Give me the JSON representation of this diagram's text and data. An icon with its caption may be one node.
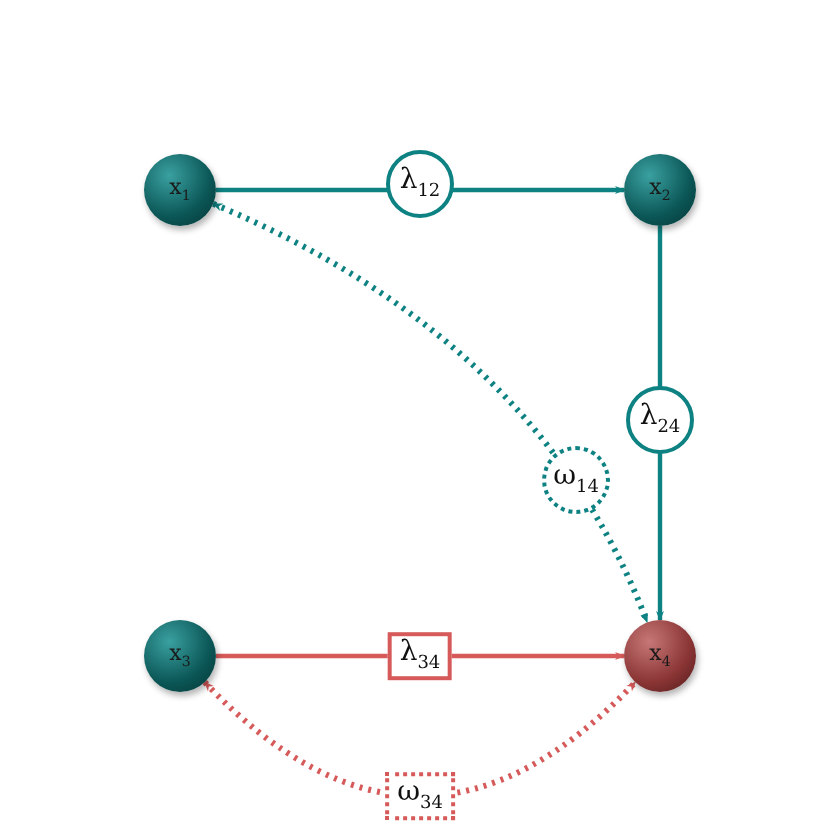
{
  "diagram": {
    "nodes": [
      {
        "text": [
          "x$_{1}$"
        ]
      },
      {
        "text": [
          "x$_{2}$"
        ]
      },
      {
        "text": [
          "x$_{3}$"
        ]
      },
      {
        "text": [
          "x$_{4}$"
        ]
      }
    ],
    "edges": [
      {
        "from": 0,
        "to": 1,
        "arrow": "to",
        "label": "λ$_{12}$"
      },
      {
        "from": 1,
        "to": 3,
        "arrow": "to",
        "label": "λ$_{24}$"
      },
      {
        "from": 0,
        "to": 3,
        "arrow": "both",
        "label": "ω$_{14}$",
        "style": "dashed"
      },
      {
        "from": 2,
        "to": 3,
        "arrow": "to",
        "label": "λ$_{34}$",
        "color": "#d65a5a"
      },
      {
        "from": 2,
        "to": 3,
        "arrow": "both",
        "label": "ω$_{34}$",
        "style": "dashed",
        "color": "#d65a5a"
      }
    ]
  }
}
